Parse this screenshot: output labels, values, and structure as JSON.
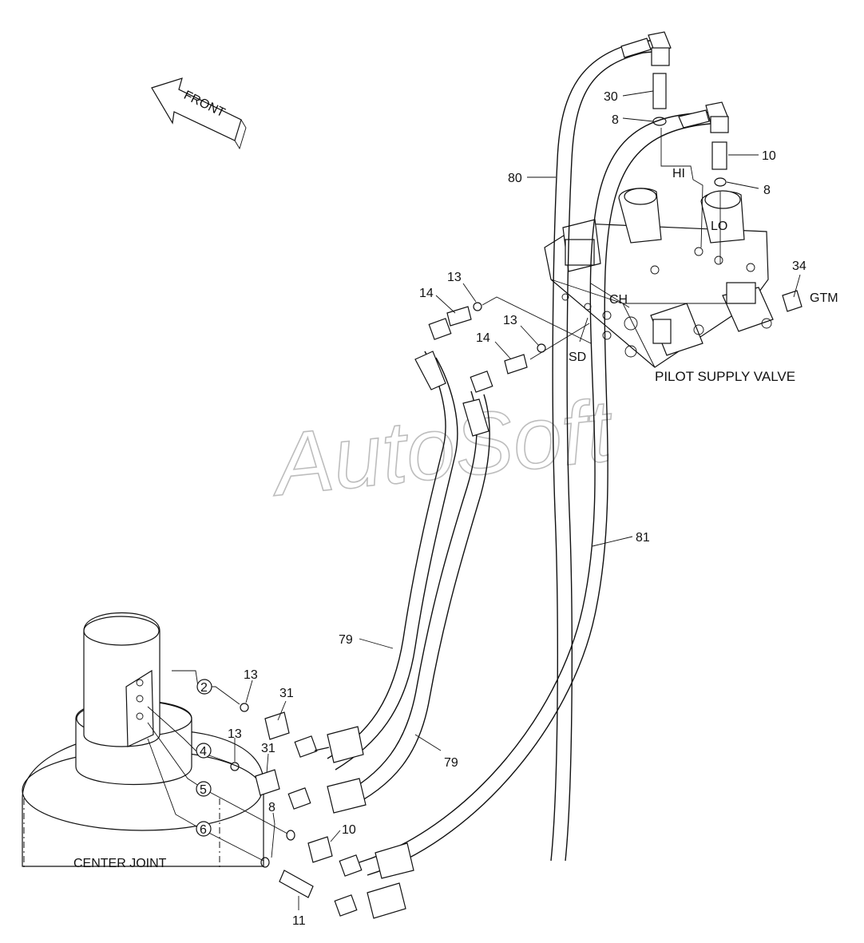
{
  "diagram": {
    "direction_label": "FRONT",
    "watermark": "AutoSoft",
    "components": {
      "valve": "PILOT SUPPLY VALVE",
      "center_joint": "CENTER JOINT"
    },
    "port_labels": {
      "hi": "HI",
      "lo": "LO",
      "ch": "CH",
      "sd": "SD",
      "gtm": "GTM"
    },
    "callouts": {
      "c30": "30",
      "c8_top": "8",
      "c10_top": "10",
      "c8_right": "8",
      "c80": "80",
      "c34": "34",
      "c13_a": "13",
      "c14_a": "14",
      "c13_b": "13",
      "c14_b": "14",
      "c81": "81",
      "c79_a": "79",
      "c79_b": "79",
      "c13_c": "13",
      "c31_a": "31",
      "c13_d": "13",
      "c31_b": "31",
      "c8_bottom": "8",
      "c10_bottom": "10",
      "c11": "11"
    },
    "circled_ports": {
      "p2": "2",
      "p4": "4",
      "p5": "5",
      "p6": "6"
    }
  }
}
